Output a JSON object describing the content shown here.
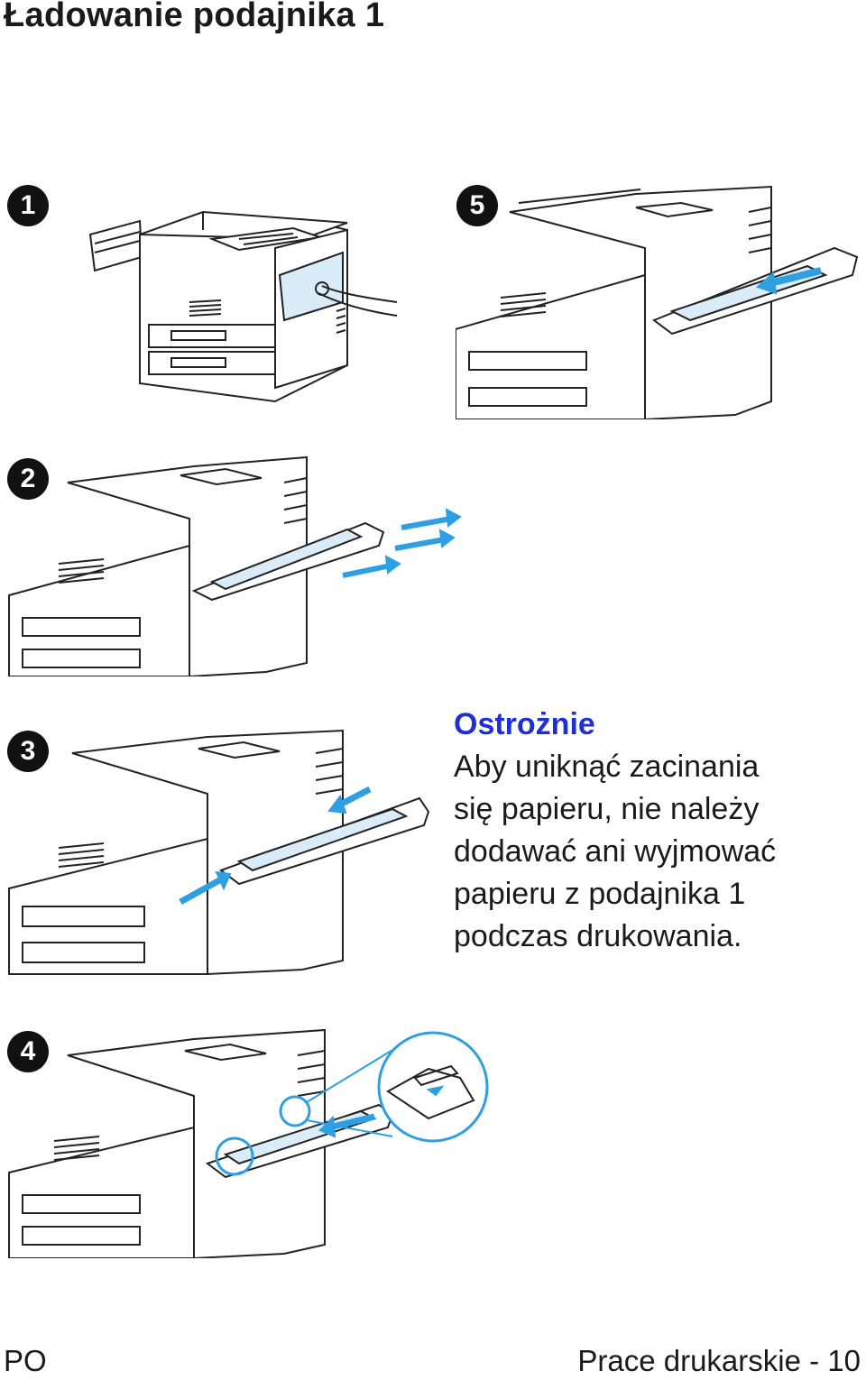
{
  "page": {
    "title": "Ładowanie podajnika 1"
  },
  "steps": [
    {
      "number": "1",
      "icon": "printer-open-tray-illustration"
    },
    {
      "number": "2",
      "icon": "tray-extension-pull-illustration"
    },
    {
      "number": "3",
      "icon": "paper-guides-adjust-illustration"
    },
    {
      "number": "4",
      "icon": "paper-load-fill-mark-illustration"
    },
    {
      "number": "5",
      "icon": "paper-guides-slide-illustration"
    }
  ],
  "caution": {
    "title": "Ostrożnie",
    "lines": [
      "Aby uniknąć zacinania",
      "się papieru, nie należy",
      "dodawać ani wyjmować",
      "papieru z podajnika 1",
      "podczas drukowania."
    ]
  },
  "footer": {
    "left": "PO",
    "right": "Prace drukarskie - 10"
  },
  "colors": {
    "accent_blue": "#1f2fd6",
    "arrow_blue": "#2e9fe0",
    "paper_blue": "#d9ecf7"
  }
}
